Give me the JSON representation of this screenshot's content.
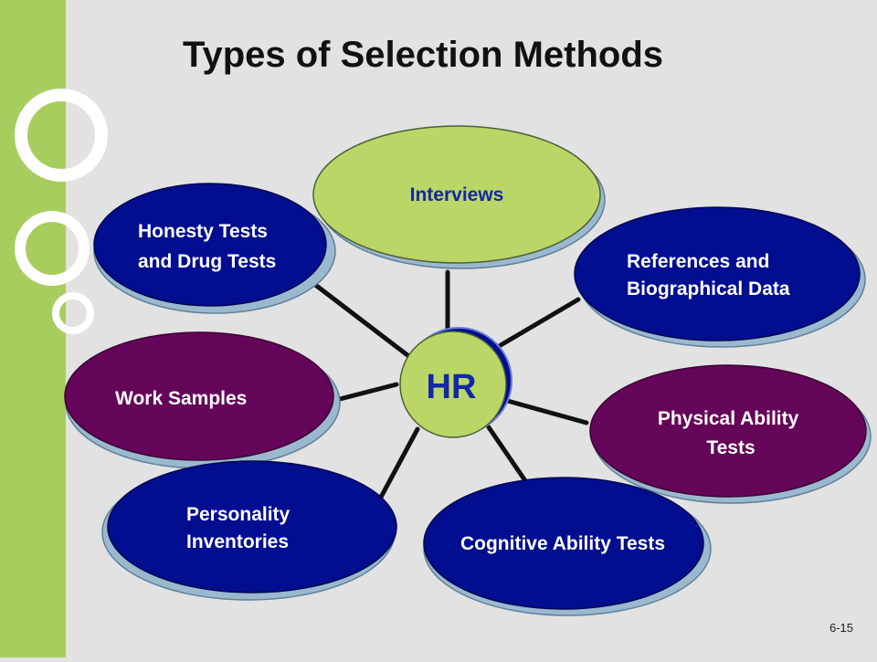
{
  "slide": {
    "title": "Types of Selection Methods",
    "page_number": "6-15"
  },
  "theme": {
    "side_bar": "#a8cd5f",
    "navy": "#000e8f",
    "purple": "#650559",
    "green": "#b9d667",
    "shadow": "#9ab9cf"
  },
  "diagram": {
    "center": "HR",
    "methods": {
      "interviews": [
        "Interviews"
      ],
      "references": [
        "References and",
        "Biographical Data"
      ],
      "physical": [
        "Physical Ability",
        "Tests"
      ],
      "cognitive": [
        "Cognitive Ability Tests"
      ],
      "personality": [
        "Personality",
        "Inventories"
      ],
      "work": [
        "Work Samples"
      ],
      "honesty": [
        "Honesty Tests",
        "and Drug Tests"
      ]
    }
  }
}
